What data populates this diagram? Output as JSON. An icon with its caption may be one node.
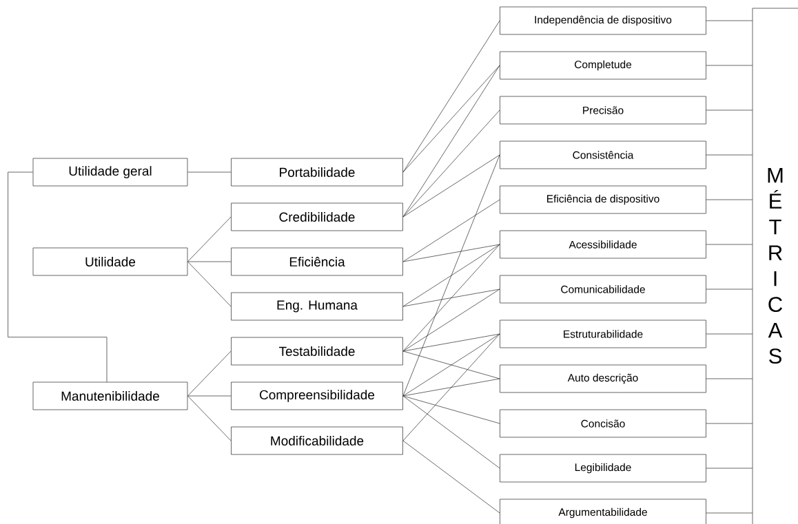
{
  "diagram": {
    "nodes": [
      {
        "text": [
          "Utilidade geral"
        ]
      },
      {
        "text": [
          "Utilidade"
        ]
      },
      {
        "text": [
          "Manutenibilidade"
        ]
      },
      {
        "text": [
          "Portabilidade"
        ]
      },
      {
        "text": [
          "Credibilidade"
        ]
      },
      {
        "text": [
          "Eficiência"
        ]
      },
      {
        "text": [
          "Eng. Humana"
        ]
      },
      {
        "text": [
          "Testabilidade"
        ]
      },
      {
        "text": [
          "Compreensibilidade"
        ]
      },
      {
        "text": [
          "Modificabilidade"
        ]
      },
      {
        "text": [
          "Independência de dispositivo"
        ]
      },
      {
        "text": [
          "Completude"
        ]
      },
      {
        "text": [
          "Precisão"
        ]
      },
      {
        "text": [
          "Consistência"
        ]
      },
      {
        "text": [
          "Eficiência de dispositivo"
        ]
      },
      {
        "text": [
          "Acessibilidade"
        ]
      },
      {
        "text": [
          "Comunicabilidade"
        ]
      },
      {
        "text": [
          "Estruturabilidade"
        ]
      },
      {
        "text": [
          "Auto descrição"
        ]
      },
      {
        "text": [
          "Concisão"
        ]
      },
      {
        "text": [
          "Legibilidade"
        ]
      },
      {
        "text": [
          "Argumentabilidade"
        ]
      },
      {
        "text": [
          "MÉTRICAS"
        ]
      }
    ],
    "edges": [
      {
        "from": 0,
        "to": 3,
        "arrow": "none"
      },
      {
        "from": 0,
        "to": 2,
        "arrow": "none"
      },
      {
        "from": 1,
        "to": 4,
        "arrow": "none"
      },
      {
        "from": 1,
        "to": 5,
        "arrow": "none"
      },
      {
        "from": 1,
        "to": 6,
        "arrow": "none"
      },
      {
        "from": 2,
        "to": 7,
        "arrow": "none"
      },
      {
        "from": 2,
        "to": 8,
        "arrow": "none"
      },
      {
        "from": 2,
        "to": 9,
        "arrow": "none"
      },
      {
        "from": 3,
        "to": 10,
        "arrow": "none"
      },
      {
        "from": 3,
        "to": 11,
        "arrow": "none"
      },
      {
        "from": 4,
        "to": 11,
        "arrow": "none"
      },
      {
        "from": 4,
        "to": 12,
        "arrow": "none"
      },
      {
        "from": 4,
        "to": 13,
        "arrow": "none"
      },
      {
        "from": 5,
        "to": 14,
        "arrow": "none"
      },
      {
        "from": 5,
        "to": 15,
        "arrow": "none"
      },
      {
        "from": 6,
        "to": 15,
        "arrow": "none"
      },
      {
        "from": 6,
        "to": 16,
        "arrow": "none"
      },
      {
        "from": 7,
        "to": 15,
        "arrow": "none"
      },
      {
        "from": 7,
        "to": 16,
        "arrow": "none"
      },
      {
        "from": 7,
        "to": 17,
        "arrow": "none"
      },
      {
        "from": 7,
        "to": 18,
        "arrow": "none"
      },
      {
        "from": 8,
        "to": 13,
        "arrow": "none"
      },
      {
        "from": 8,
        "to": 17,
        "arrow": "none"
      },
      {
        "from": 8,
        "to": 18,
        "arrow": "none"
      },
      {
        "from": 8,
        "to": 19,
        "arrow": "none"
      },
      {
        "from": 8,
        "to": 20,
        "arrow": "none"
      },
      {
        "from": 9,
        "to": 17,
        "arrow": "none"
      },
      {
        "from": 9,
        "to": 21,
        "arrow": "none"
      },
      {
        "from": 10,
        "to": 22,
        "arrow": "none"
      },
      {
        "from": 11,
        "to": 22,
        "arrow": "none"
      },
      {
        "from": 12,
        "to": 22,
        "arrow": "none"
      },
      {
        "from": 13,
        "to": 22,
        "arrow": "none"
      },
      {
        "from": 14,
        "to": 22,
        "arrow": "none"
      },
      {
        "from": 15,
        "to": 22,
        "arrow": "none"
      },
      {
        "from": 16,
        "to": 22,
        "arrow": "none"
      },
      {
        "from": 17,
        "to": 22,
        "arrow": "none"
      },
      {
        "from": 18,
        "to": 22,
        "arrow": "none"
      },
      {
        "from": 19,
        "to": 22,
        "arrow": "none"
      },
      {
        "from": 20,
        "to": 22,
        "arrow": "none"
      },
      {
        "from": 21,
        "to": 22,
        "arrow": "none"
      }
    ]
  }
}
